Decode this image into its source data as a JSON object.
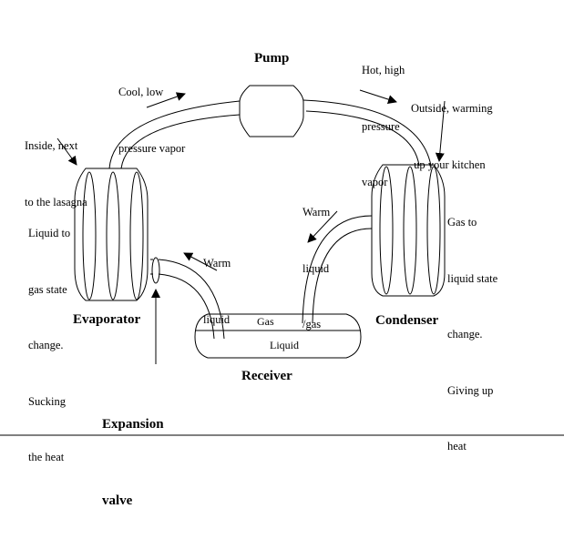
{
  "diagram": {
    "title": "Refrigeration cycle",
    "components": {
      "pump": "Pump",
      "evaporator": "Evaporator",
      "condenser": "Condenser",
      "receiver": "Receiver",
      "expansion_valve": [
        "Expansion",
        "valve"
      ]
    },
    "receiver_contents": {
      "gas": "Gas",
      "liquid": "Liquid"
    },
    "annotations": {
      "cool_vapor": [
        "Cool, low",
        "pressure vapor"
      ],
      "hot_vapor": [
        "Hot, high",
        "pressure",
        "vapor"
      ],
      "inside": [
        "Inside, next",
        "to the lasagna"
      ],
      "outside": [
        "Outside, warming",
        " up your kitchen"
      ],
      "evaporator_note": [
        "Liquid to",
        "gas state",
        "change.",
        "Sucking",
        "the heat"
      ],
      "condenser_note": [
        "Gas to",
        "liquid state",
        "change.",
        "Giving up",
        "heat"
      ],
      "warm_liquid": [
        "Warm",
        "liquid"
      ],
      "warm_liquid_gas": [
        "Warm",
        "liquid",
        "/gas"
      ]
    }
  }
}
